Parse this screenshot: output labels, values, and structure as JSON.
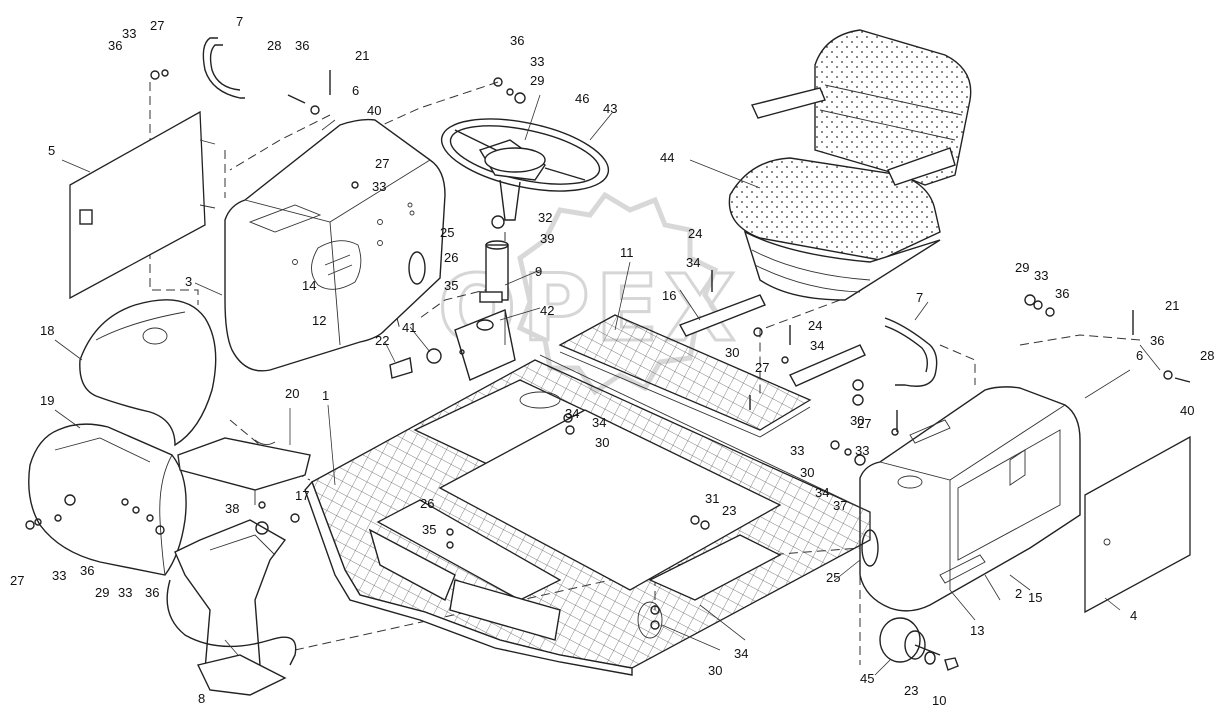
{
  "watermark": {
    "text": "OPEX"
  },
  "part_labels": [
    "1",
    "2",
    "3",
    "4",
    "5",
    "6",
    "7",
    "8",
    "9",
    "10",
    "11",
    "12",
    "13",
    "14",
    "15",
    "16",
    "17",
    "18",
    "19",
    "20",
    "21",
    "22",
    "23",
    "24",
    "25",
    "26",
    "27",
    "28",
    "29",
    "30",
    "31",
    "32",
    "33",
    "34",
    "35",
    "36",
    "37",
    "38",
    "39",
    "40",
    "41",
    "42",
    "43",
    "44",
    "45",
    "46"
  ],
  "labels": {
    "l1": "1",
    "l2": "2",
    "l3": "3",
    "l4": "4",
    "l5": "5",
    "l6a": "6",
    "l6b": "6",
    "l7a": "7",
    "l7b": "7",
    "l8": "8",
    "l9": "9",
    "l10": "10",
    "l11": "11",
    "l12": "12",
    "l13": "13",
    "l14": "14",
    "l15": "15",
    "l16": "16",
    "l17": "17",
    "l18": "18",
    "l19": "19",
    "l20": "20",
    "l21a": "21",
    "l21b": "21",
    "l22": "22",
    "l23a": "23",
    "l23b": "23",
    "l24a": "24",
    "l24b": "24",
    "l25a": "25",
    "l25b": "25",
    "l26a": "26",
    "l26b": "26",
    "l27a": "27",
    "l27b": "27",
    "l27c": "27",
    "l27d": "27",
    "l27e": "27",
    "l28a": "28",
    "l28b": "28",
    "l29a": "29",
    "l29b": "29",
    "l29c": "29",
    "l30a": "30",
    "l30b": "30",
    "l30c": "30",
    "l30d": "30",
    "l30e": "30",
    "l31": "31",
    "l32": "32",
    "l33a": "33",
    "l33b": "33",
    "l33c": "33",
    "l33d": "33",
    "l33e": "33",
    "l33f": "33",
    "l33g": "33",
    "l33h": "33",
    "l34a": "34",
    "l34b": "34",
    "l34c": "34",
    "l34d": "34",
    "l34e": "34",
    "l34f": "34",
    "l35a": "35",
    "l35b": "35",
    "l36a": "36",
    "l36b": "36",
    "l36c": "36",
    "l36d": "36",
    "l36e": "36",
    "l36f": "36",
    "l36g": "36",
    "l37": "37",
    "l38": "38",
    "l39": "39",
    "l40a": "40",
    "l40b": "40",
    "l41": "41",
    "l42": "42",
    "l43": "43",
    "l44": "44",
    "l45": "45",
    "l46": "46"
  }
}
